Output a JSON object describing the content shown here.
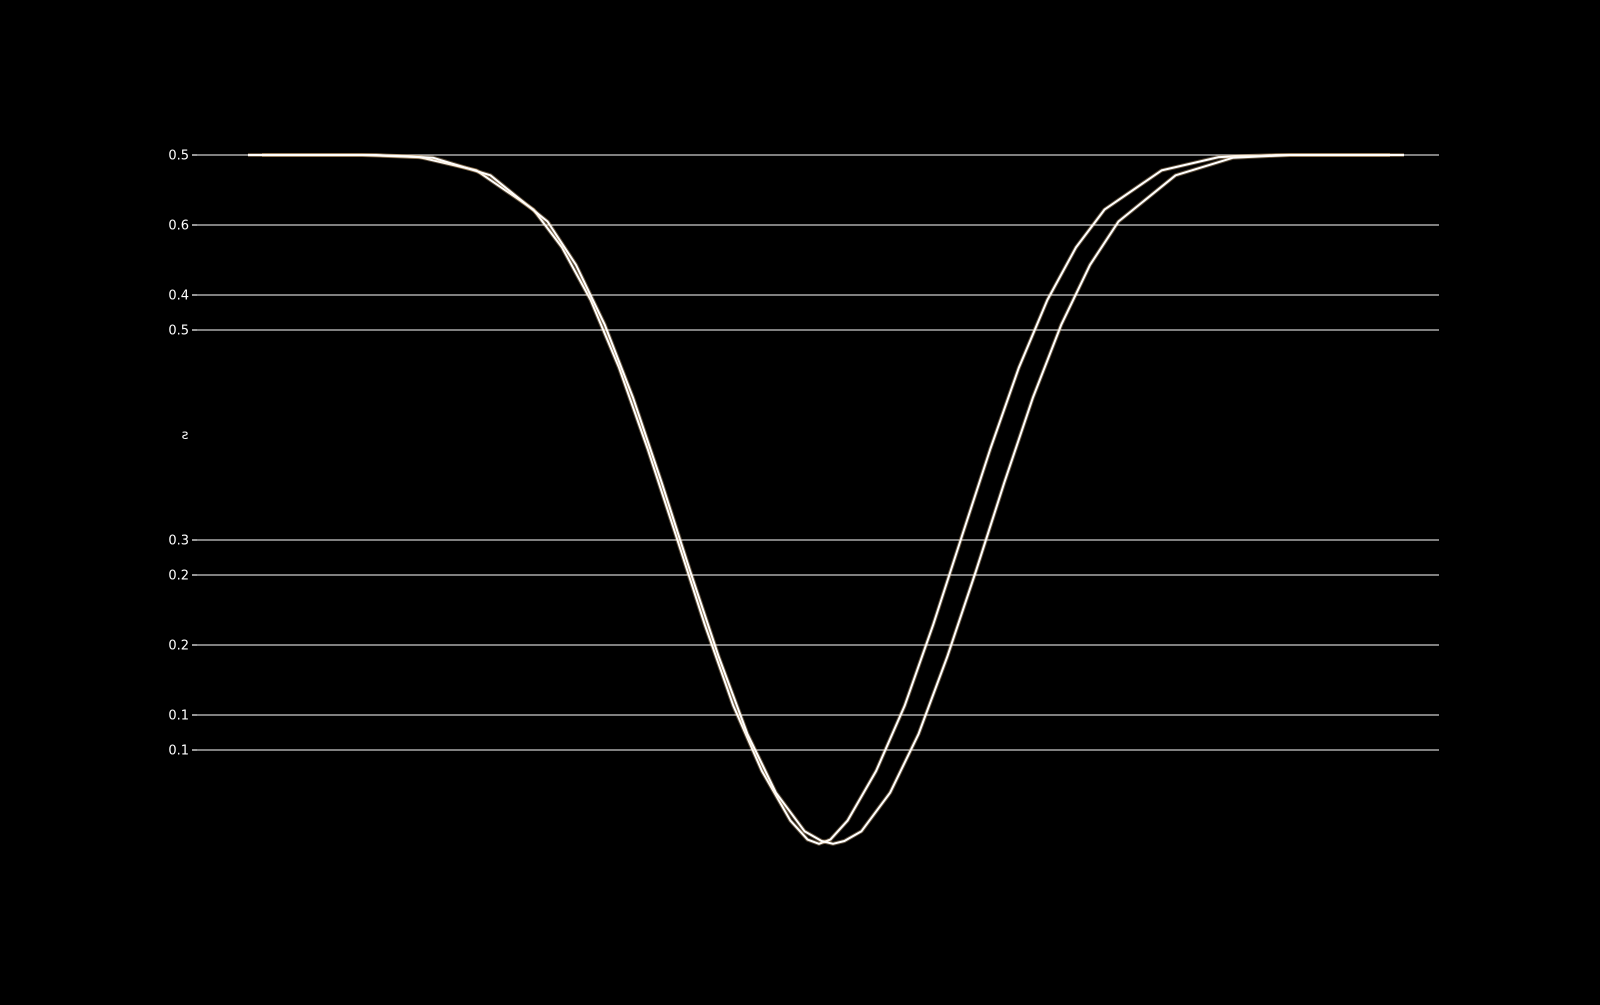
{
  "chart_data": {
    "type": "line",
    "title": "",
    "xlabel": "",
    "ylabel": "",
    "xlim": [
      -5.5,
      5.5
    ],
    "ylim": [
      -0.4,
      1.0
    ],
    "grid": true,
    "background_color": "#000000",
    "grid_color": "#ffffff",
    "text_color": "#ffffff",
    "tick_labels": [
      {
        "value": 0.9,
        "label": "0.5"
      },
      {
        "value": 0.8,
        "label": "0.6"
      },
      {
        "value": 0.7,
        "label": "0.4"
      },
      {
        "value": 0.65,
        "label": "0.5"
      },
      {
        "value": 0.35,
        "label": "0.3"
      },
      {
        "value": 0.3,
        "label": "0.2"
      },
      {
        "value": 0.2,
        "label": "0.2"
      },
      {
        "value": 0.1,
        "label": "0.1"
      },
      {
        "value": 0.05,
        "label": "0.1"
      }
    ],
    "stray_label": {
      "value": 0.5,
      "label": "ƨ"
    },
    "x_gridlines": [
      -4,
      -2,
      0,
      2,
      4
    ],
    "series": [
      {
        "color": "#ffffff",
        "glow_color": "#ffd59a",
        "x": [
          -5.0,
          -4.5,
          -4.0,
          -3.5,
          -3.0,
          -2.5,
          -2.25,
          -2.0,
          -1.75,
          -1.5,
          -1.25,
          -1.0,
          -0.75,
          -0.5,
          -0.25,
          -0.1,
          0.0,
          0.1,
          0.25,
          0.5,
          0.75,
          1.0,
          1.25,
          1.5,
          1.75,
          2.0,
          2.25,
          2.5,
          3.0,
          3.5,
          4.0,
          4.5,
          5.0
        ],
        "y": [
          0.9,
          0.9,
          0.9,
          0.897,
          0.878,
          0.822,
          0.768,
          0.693,
          0.596,
          0.48,
          0.355,
          0.229,
          0.113,
          0.02,
          -0.051,
          -0.078,
          -0.084,
          -0.078,
          -0.051,
          0.02,
          0.113,
          0.229,
          0.355,
          0.48,
          0.596,
          0.693,
          0.768,
          0.822,
          0.878,
          0.897,
          0.9,
          0.9,
          0.9
        ]
      },
      {
        "color": "#ffffff",
        "glow_color": "#ffd59a",
        "x": [
          -5.0,
          -4.5,
          -4.0,
          -3.5,
          -3.0,
          -2.5,
          -2.25,
          -2.0,
          -1.75,
          -1.5,
          -1.25,
          -1.0,
          -0.75,
          -0.5,
          -0.25,
          -0.1,
          0.0,
          0.1,
          0.25,
          0.5,
          0.75,
          1.0,
          1.25,
          1.5,
          1.75,
          2.0,
          2.25,
          2.5,
          3.0,
          3.5,
          4.0,
          4.5,
          5.0
        ],
        "y": [
          0.9,
          0.9,
          0.9,
          0.896,
          0.871,
          0.805,
          0.743,
          0.658,
          0.553,
          0.432,
          0.305,
          0.183,
          0.073,
          -0.011,
          -0.066,
          -0.08,
          -0.084,
          -0.08,
          -0.066,
          -0.011,
          0.073,
          0.183,
          0.305,
          0.432,
          0.553,
          0.658,
          0.743,
          0.805,
          0.871,
          0.896,
          0.9,
          0.9,
          0.9
        ]
      }
    ]
  }
}
